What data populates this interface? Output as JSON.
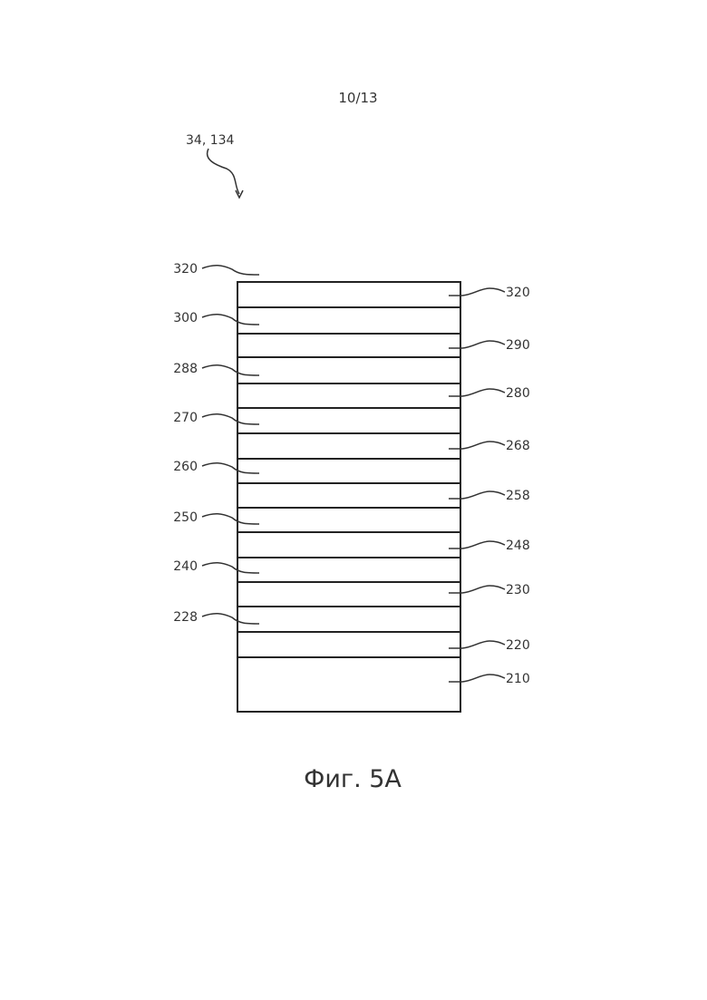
{
  "page_number": "10/13",
  "assembly_label": "34, 134",
  "caption": "Фиг. 5А",
  "left_labels": [
    "320",
    "300",
    "288",
    "270",
    "260",
    "250",
    "240",
    "228"
  ],
  "right_labels": [
    "320",
    "290",
    "280",
    "268",
    "258",
    "248",
    "230",
    "220",
    "210"
  ]
}
